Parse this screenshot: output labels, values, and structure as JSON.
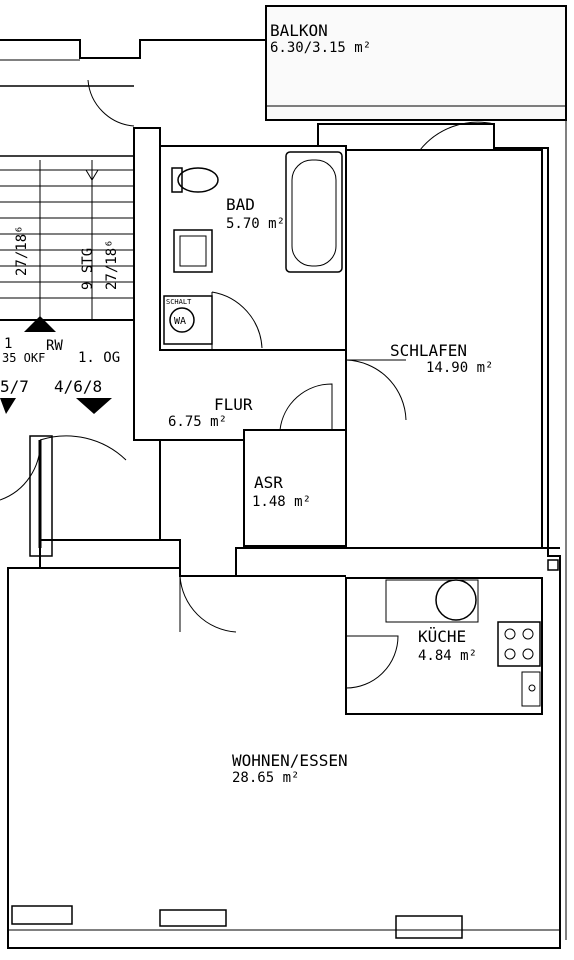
{
  "rooms": [
    {
      "key": "balkon",
      "name": "BALKON",
      "area": "6.30/3.15 m²"
    },
    {
      "key": "bad",
      "name": "BAD",
      "area": "5.70 m²"
    },
    {
      "key": "schlafen",
      "name": "SCHLAFEN",
      "area": "14.90 m²"
    },
    {
      "key": "flur",
      "name": "FLUR",
      "area": "6.75 m²"
    },
    {
      "key": "asr",
      "name": "ASR",
      "area": "1.48 m²"
    },
    {
      "key": "kueche",
      "name": "KÜCHE",
      "area": "4.84 m²"
    },
    {
      "key": "wohnen",
      "name": "WOHNEN/ESSEN",
      "area": "28.65 m²"
    }
  ],
  "stair": {
    "steps_label": "9 STG",
    "step_size": "27/18⁶",
    "step_size_left": "27/18⁶",
    "level_1_label": "1",
    "rw_label": "RW",
    "okf_label": "35 OKF",
    "og_label": "1. OG",
    "unit_left": "5/7",
    "unit_right": "4/6/8"
  },
  "fixtures": {
    "washer_label": "WA",
    "washer_top": "SCHALT"
  },
  "colors": {
    "ink": "#000000",
    "paper": "#ffffff"
  }
}
